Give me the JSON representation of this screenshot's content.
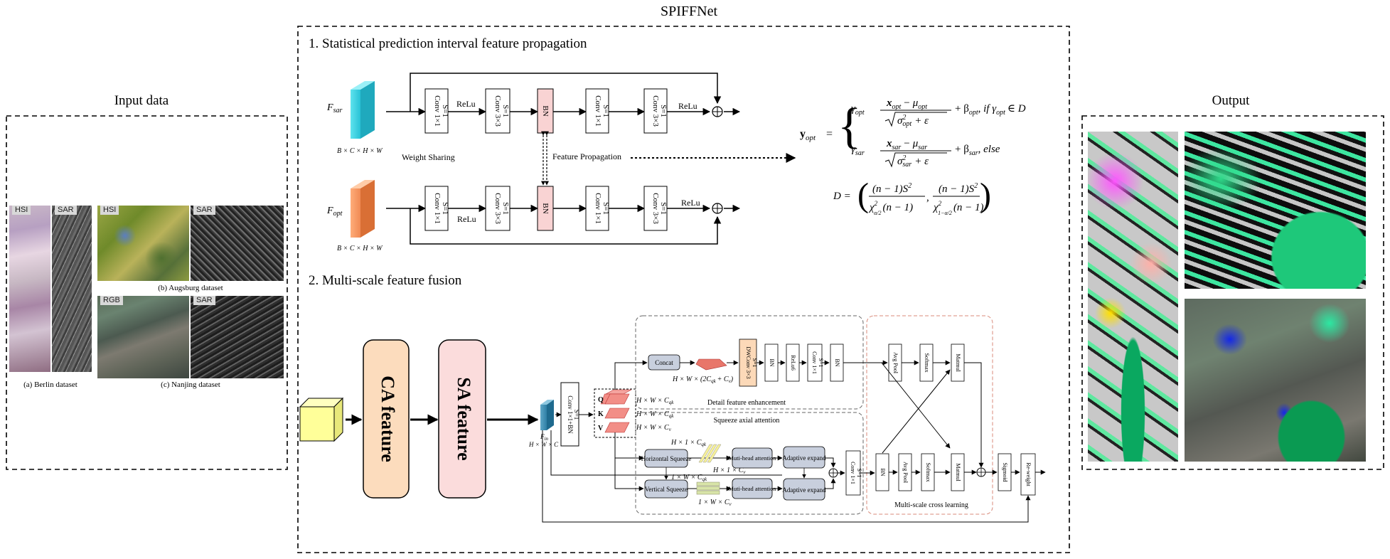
{
  "title": "SPIFFNet",
  "input": {
    "heading": "Input data",
    "tile_labels": {
      "hsi": "HSI",
      "sar": "SAR",
      "rgb": "RGB"
    },
    "captions": {
      "berlin": "(a) Berlin dataset",
      "augsburg": "(b) Augsburg dataset",
      "nanjing": "(c) Nanjing dataset"
    }
  },
  "output": {
    "heading": "Output"
  },
  "section1": {
    "heading": "1. Statistical prediction interval feature propagation",
    "f_sar": "F",
    "f_sar_sub": "sar",
    "f_opt": "F",
    "f_opt_sub": "opt",
    "dims": "B × C × H × W",
    "conv1x1": "Conv 1×1",
    "conv3x3": "Conv 3×3",
    "stride": "S=1",
    "bn": "BN",
    "relu": "ReLu",
    "weight_sharing": "Weight Sharing",
    "feature_propagation": "Feature Propagation"
  },
  "equations": {
    "lhs": "y",
    "lhs_sub": "opt",
    "eq": "=",
    "gamma_opt": "γ",
    "gamma_opt_sub": "opt",
    "x_opt": "x",
    "x_opt_sub": "opt",
    "minus": "−",
    "mu": "μ",
    "mu_opt_sub": "opt",
    "sigma": "σ",
    "sigma_opt_sub": "opt",
    "sq": "2",
    "eps": "+ ε",
    "beta_opt": "+ β",
    "beta_opt_sub": "opt",
    "cond1": ",   if γ",
    "cond1_sub": "opt",
    "cond1_tail": "∈ D",
    "gamma_sar": "γ",
    "gamma_sar_sub": "sar",
    "x_sar": "x",
    "x_sar_sub": "sar",
    "mu_sar_sub": "sar",
    "sigma_sar_sub": "sar",
    "beta_sar": "+ β",
    "beta_sar_sub": "sar",
    "cond2": ",   else",
    "d_lhs": "D =",
    "n1s2": "(n − 1)S",
    "chi": "χ",
    "alpha_half": "α/2",
    "one_minus_alpha_half": "1−α/2",
    "n_minus_1": "(n − 1)",
    "comma": ","
  },
  "section2": {
    "heading": "2. Multi-scale feature fusion",
    "ca_feature": "CA feature",
    "sa_feature": "SA feature",
    "f_in": "F",
    "f_in_sub": "in",
    "hwc": "H × W × C",
    "conv_bn": "Conv 1×1+BN",
    "stride": "S=1",
    "q": "Q",
    "k": "K",
    "v": "V",
    "hw_cqk_1": "H × W × C",
    "hw_cqk_2": "H × W × C",
    "hw_cv": "H × W × C",
    "sub_qk": "qk",
    "sub_v": "v",
    "concat": "Concat",
    "concat_dims": "H × W × (2C",
    "concat_dims_tail": "+ C",
    "concat_dims_end": ")",
    "dwconv": "DWConv 3×3",
    "bn": "BN",
    "relu6": "ReLu6",
    "conv1x1": "Conv 1×1",
    "detail_label": "Detail feature enhancement",
    "squeeze_label": "Squeeze axial attention",
    "h_squeeze": "Horizontal Squeeze",
    "v_squeeze": "Vertical Squeeze",
    "h1cqk": "H × 1 × C",
    "h1cv": "H × 1 × C",
    "w1cqk": "1 × W × C",
    "w1cv": "1 × W × C",
    "mha1": "Muti-head attention",
    "mha2": "Muti-head attention",
    "adapt1": "Adaptive expand",
    "adapt2": "Adaptive expand",
    "avg_pool": "Avg Pool",
    "softmax": "Softmax",
    "matmul": "Matmul",
    "sigmoid": "Sigmoid",
    "reweight": "Re-weight",
    "cross_label": "Multi-scale cross learning"
  }
}
